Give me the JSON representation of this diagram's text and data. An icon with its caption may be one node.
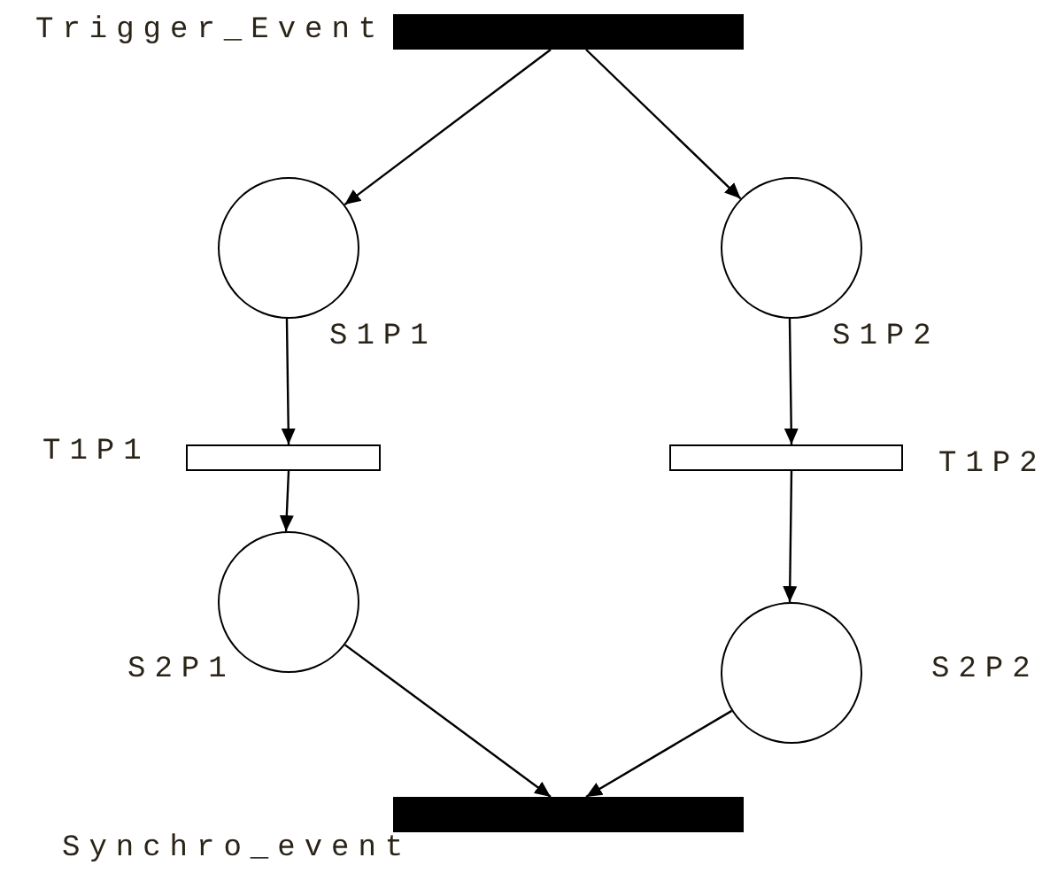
{
  "diagram": {
    "nodes": [
      {
        "text": [],
        "shape": "bar",
        "beside": [
          "Trigger_Event"
        ]
      },
      {
        "text": [],
        "shape": "circle",
        "beside": [
          "S1P1"
        ]
      },
      {
        "text": [],
        "shape": "circle",
        "beside": [
          "S1P2"
        ]
      },
      {
        "text": [],
        "shape": "box",
        "beside": [
          "T1P1"
        ]
      },
      {
        "text": [],
        "shape": "box",
        "beside": [
          "T1P2"
        ]
      },
      {
        "text": [],
        "shape": "circle",
        "beside": [
          "S2P1"
        ]
      },
      {
        "text": [],
        "shape": "circle",
        "beside": [
          "S2P2"
        ]
      },
      {
        "text": [],
        "shape": "bar",
        "beside": [
          "Synchro_event"
        ]
      }
    ],
    "edges": [
      {
        "from": 0,
        "to": 1,
        "arrow": "to"
      },
      {
        "from": 0,
        "to": 2,
        "arrow": "to"
      },
      {
        "from": 1,
        "to": 3,
        "arrow": "to"
      },
      {
        "from": 2,
        "to": 4,
        "arrow": "to"
      },
      {
        "from": 3,
        "to": 5,
        "arrow": "to"
      },
      {
        "from": 4,
        "to": 6,
        "arrow": "to"
      },
      {
        "from": 5,
        "to": 7,
        "arrow": "to"
      },
      {
        "from": 6,
        "to": 7,
        "arrow": "to"
      }
    ]
  }
}
